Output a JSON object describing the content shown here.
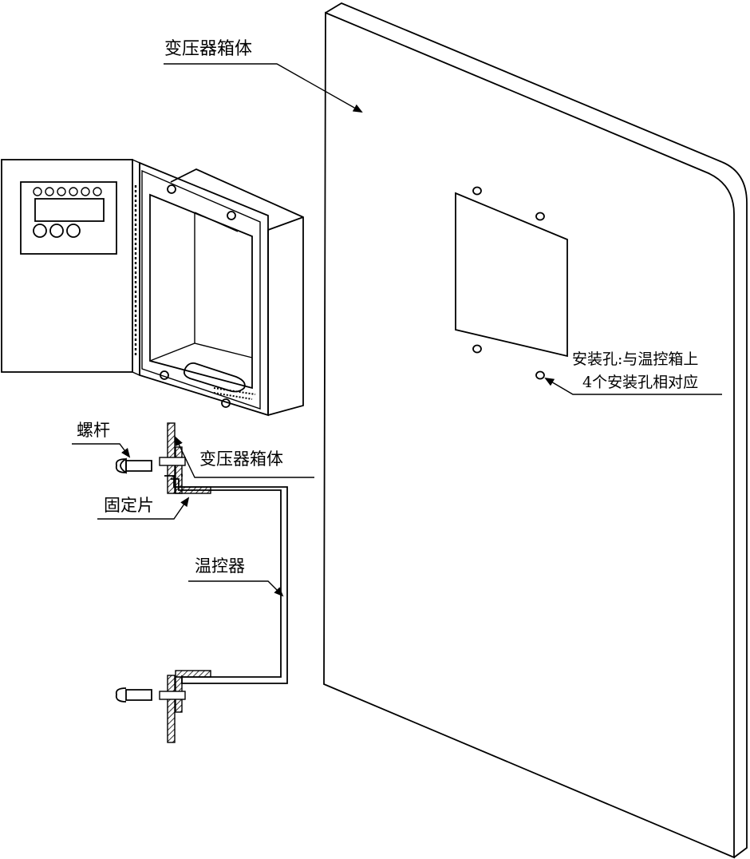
{
  "labels": {
    "transformer_box_top": "变压器箱体",
    "mounting_hole_line1": "安装孔:与温控箱上",
    "mounting_hole_line2": "4个安装孔相对应",
    "screw_rod": "螺杆",
    "transformer_box_section": "变压器箱体",
    "fixing_plate": "固定片",
    "temperature_controller": "温控器"
  },
  "controller_panel": {
    "indicator_led_count": 6,
    "button_count": 3
  }
}
